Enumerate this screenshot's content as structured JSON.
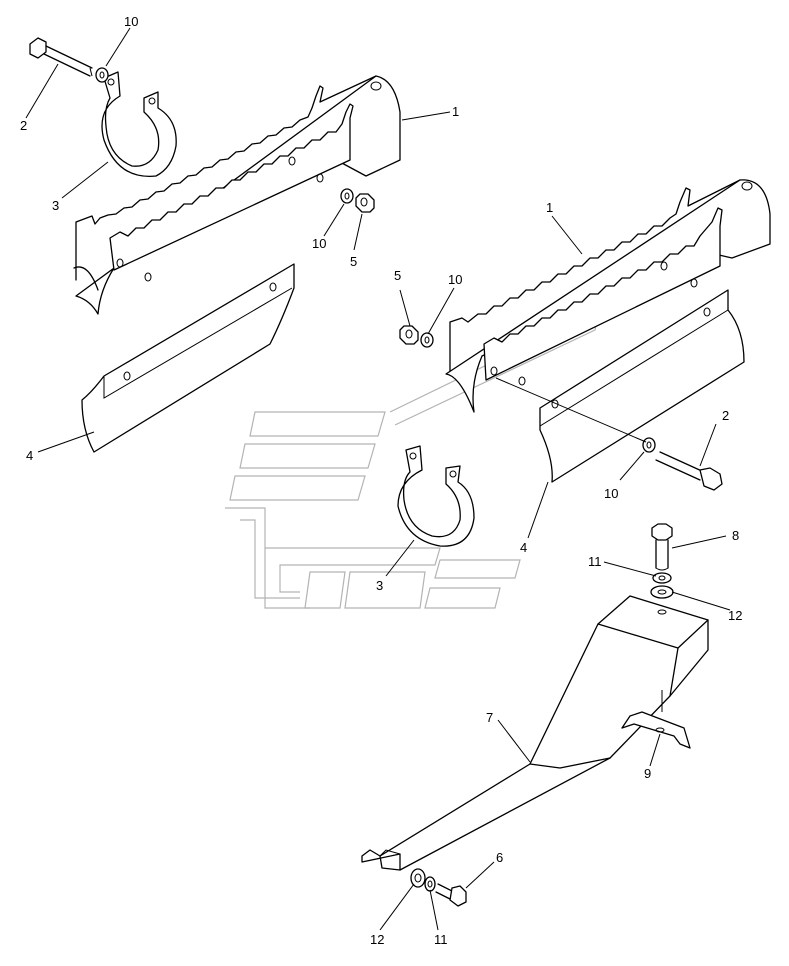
{
  "callouts": [
    {
      "id": "c2a",
      "text": "2"
    },
    {
      "id": "c10a",
      "text": "10"
    },
    {
      "id": "c3a",
      "text": "3"
    },
    {
      "id": "c1a",
      "text": "1"
    },
    {
      "id": "c10b",
      "text": "10"
    },
    {
      "id": "c5a",
      "text": "5"
    },
    {
      "id": "c4a",
      "text": "4"
    },
    {
      "id": "c1b",
      "text": "1"
    },
    {
      "id": "c5b",
      "text": "5"
    },
    {
      "id": "c10c",
      "text": "10"
    },
    {
      "id": "c2b",
      "text": "2"
    },
    {
      "id": "c10d",
      "text": "10"
    },
    {
      "id": "c4b",
      "text": "4"
    },
    {
      "id": "c3b",
      "text": "3"
    },
    {
      "id": "c8",
      "text": "8"
    },
    {
      "id": "c11a",
      "text": "11"
    },
    {
      "id": "c12a",
      "text": "12"
    },
    {
      "id": "c7",
      "text": "7"
    },
    {
      "id": "c9",
      "text": "9"
    },
    {
      "id": "c6",
      "text": "6"
    },
    {
      "id": "c12b",
      "text": "12"
    },
    {
      "id": "c11b",
      "text": "11"
    }
  ]
}
